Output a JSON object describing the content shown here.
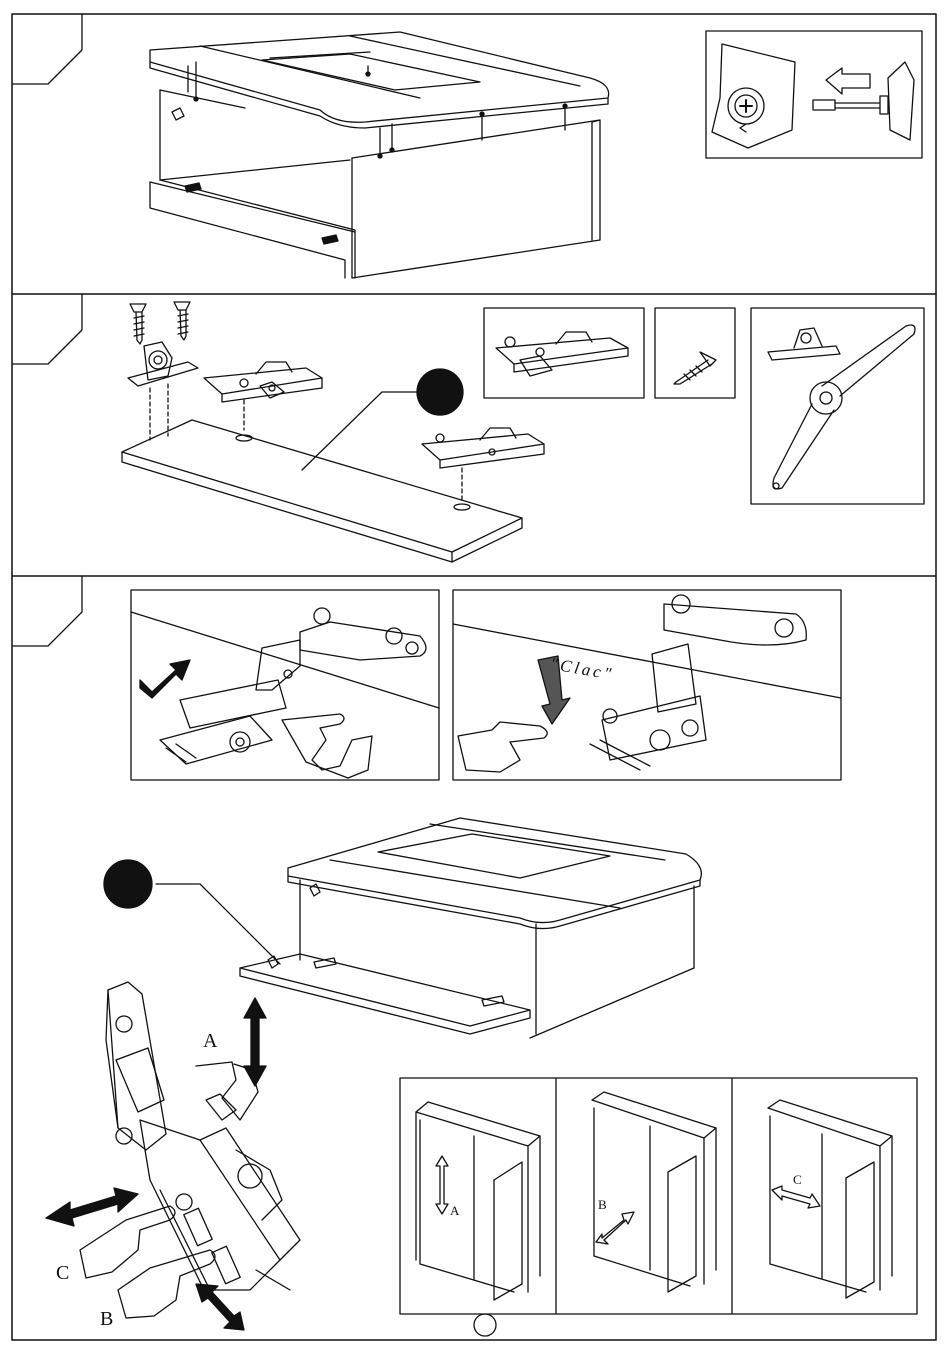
{
  "step3_panel2": {
    "sound": "\"Clac\""
  },
  "adjust_hand": {
    "label_a": "A",
    "label_b": "B",
    "label_c": "C"
  },
  "door_adjust": {
    "label_a": "A",
    "label_b": "B",
    "label_c": "C"
  }
}
